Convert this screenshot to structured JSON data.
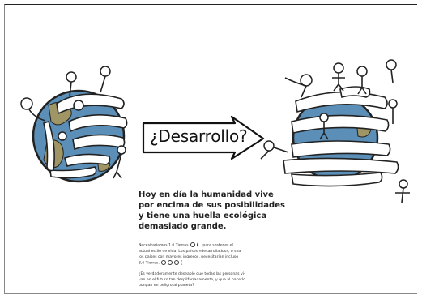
{
  "arrow_label": "¿Desarrollo?",
  "headline": {
    "line1": "Hoy en día la humanidad vive",
    "line2": "por encima de sus posibilidades",
    "line3": "y tiene una huella ecológica",
    "line4": "demasiado grande."
  },
  "paragraph1": {
    "line1_a": "Necesitaríamos 1,6 Tierras",
    "line1_b": "para sostener el",
    "line2": "actual estilo de vida. Los países «desarrollados», o sea",
    "line3": "los países con mayores ingresos, necesitarían incluso",
    "line4": "3,6 Tierras."
  },
  "paragraph2": {
    "line1": "¿Es verdaderamente deseable que todas las personas vi-",
    "line2": "van en el futuro tan despilfarradamente, y que al hacerlo",
    "line3": "pongan en peligro al planeta?"
  },
  "icons": [
    "earth-icon",
    "crescent-icon",
    "arrow-icon",
    "stick-figure-icon",
    "hand-icon"
  ]
}
